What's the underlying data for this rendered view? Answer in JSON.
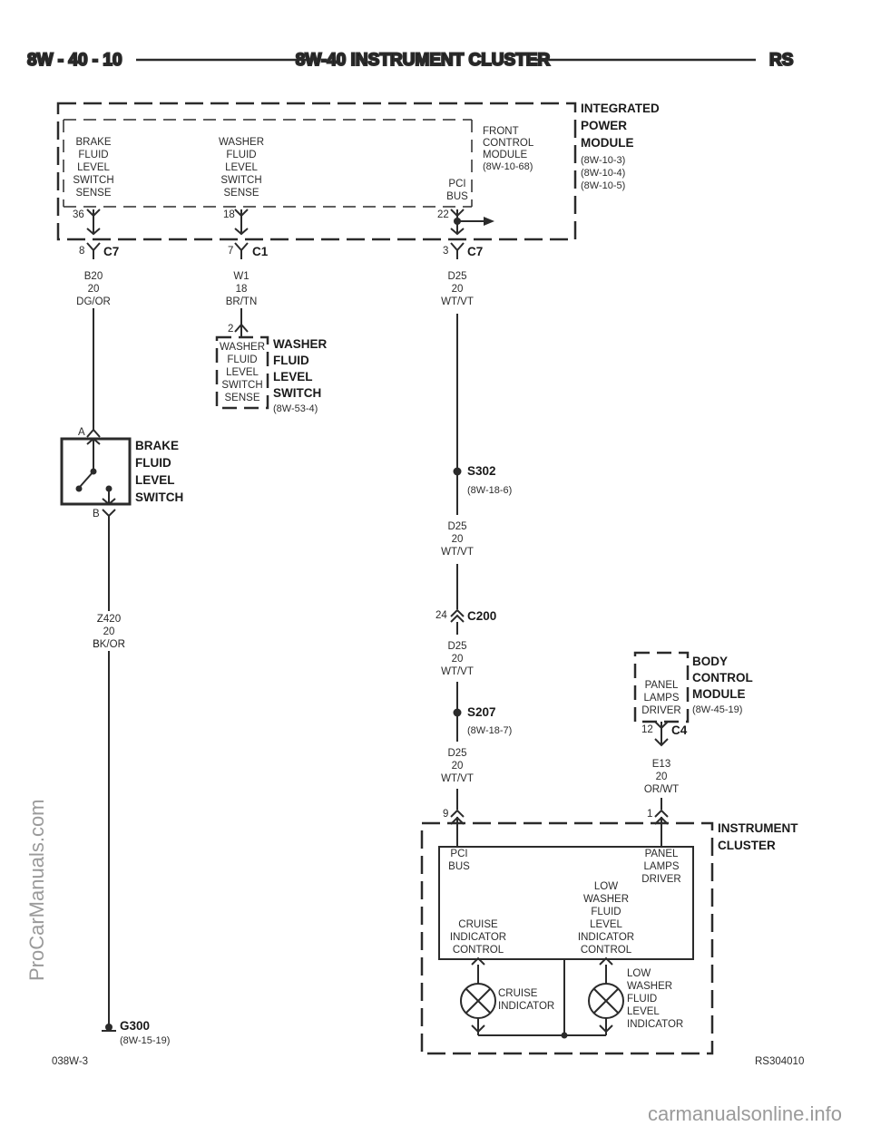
{
  "header": {
    "page_number": "8W - 40 - 10",
    "title": "8W-40 INSTRUMENT CLUSTER",
    "model_code": "RS"
  },
  "ipm": {
    "name_lines": [
      "INTEGRATED",
      "POWER",
      "MODULE"
    ],
    "refs": [
      "(8W-10-3)",
      "(8W-10-4)",
      "(8W-10-5)"
    ],
    "fcm_lines": [
      "FRONT",
      "CONTROL",
      "MODULE"
    ],
    "fcm_ref": "(8W-10-68)",
    "pins": [
      {
        "lines": [
          "BRAKE",
          "FLUID",
          "LEVEL",
          "SWITCH",
          "SENSE"
        ],
        "cavity": "36"
      },
      {
        "lines": [
          "WASHER",
          "FLUID",
          "LEVEL",
          "SWITCH",
          "SENSE"
        ],
        "cavity": "18"
      },
      {
        "lines": [
          "PCI",
          "BUS"
        ],
        "cavity": "22"
      }
    ]
  },
  "connectors": {
    "c7_a": {
      "pin": "8",
      "name": "C7"
    },
    "c1": {
      "pin": "7",
      "name": "C1"
    },
    "c7_b": {
      "pin": "3",
      "name": "C7"
    },
    "c200": {
      "pin": "24",
      "name": "C200"
    },
    "c4": {
      "pin": "12",
      "name": "C4"
    }
  },
  "wires": {
    "b20": [
      "B20",
      "20",
      "DG/OR"
    ],
    "w1": [
      "W1",
      "18",
      "BR/TN"
    ],
    "d25_1": [
      "D25",
      "20",
      "WT/VT"
    ],
    "d25_2": [
      "D25",
      "20",
      "WT/VT"
    ],
    "d25_3": [
      "D25",
      "20",
      "WT/VT"
    ],
    "d25_4": [
      "D25",
      "20",
      "WT/VT"
    ],
    "z420": [
      "Z420",
      "20",
      "BK/OR"
    ],
    "e13": [
      "E13",
      "20",
      "OR/WT"
    ]
  },
  "washer_switch": {
    "pin": "2",
    "inner_lines": [
      "WASHER",
      "FLUID",
      "LEVEL",
      "SWITCH",
      "SENSE"
    ],
    "name_lines": [
      "WASHER",
      "FLUID",
      "LEVEL",
      "SWITCH"
    ],
    "ref": "(8W-53-4)"
  },
  "brake_switch": {
    "pin_a": "A",
    "pin_b": "B",
    "name_lines": [
      "BRAKE",
      "FLUID",
      "LEVEL",
      "SWITCH"
    ]
  },
  "splices": {
    "s302": {
      "name": "S302",
      "ref": "(8W-18-6)"
    },
    "s207": {
      "name": "S207",
      "ref": "(8W-18-7)"
    }
  },
  "ground": {
    "name": "G300",
    "ref": "(8W-15-19)"
  },
  "bcm": {
    "name_lines": [
      "BODY",
      "CONTROL",
      "MODULE"
    ],
    "ref": "(8W-45-19)",
    "inner_lines": [
      "PANEL",
      "LAMPS",
      "DRIVER"
    ]
  },
  "cluster": {
    "name_lines": [
      "INSTRUMENT",
      "CLUSTER"
    ],
    "pin_pci": "9",
    "pin_panel": "1",
    "pci_lines": [
      "PCI",
      "BUS"
    ],
    "panel_lines": [
      "PANEL",
      "LAMPS",
      "DRIVER"
    ],
    "low_washer_control_lines": [
      "LOW",
      "WASHER",
      "FLUID",
      "LEVEL",
      "INDICATOR",
      "CONTROL"
    ],
    "cruise_control_lines": [
      "CRUISE",
      "INDICATOR",
      "CONTROL"
    ],
    "cruise_indicator_lines": [
      "CRUISE",
      "INDICATOR"
    ],
    "low_washer_indicator_lines": [
      "LOW",
      "WASHER",
      "FLUID",
      "LEVEL",
      "INDICATOR"
    ]
  },
  "footer": {
    "left_code": "038W-3",
    "right_code": "RS304010"
  },
  "watermarks": {
    "side": "ProCarManuals.com",
    "bottom": "carmanualsonline.info"
  }
}
